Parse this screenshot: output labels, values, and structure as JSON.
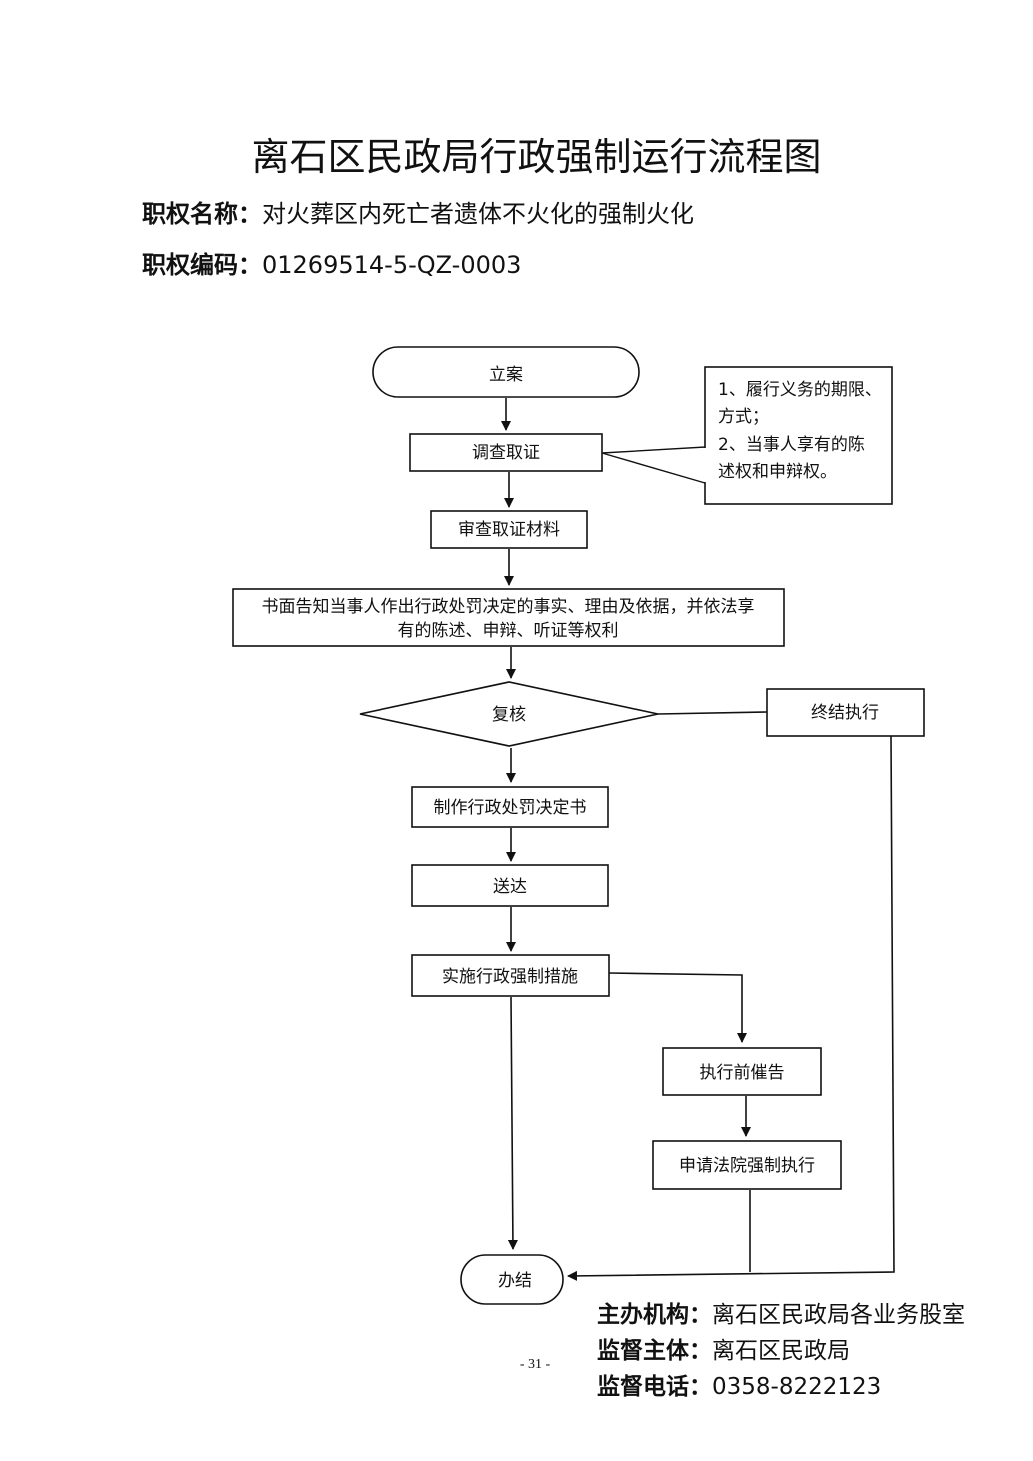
{
  "document": {
    "title": "离石区民政局行政强制运行流程图",
    "authority_name_label": "职权名称：",
    "authority_name_value": "对火葬区内死亡者遗体不火化的强制火化",
    "authority_code_label": "职权编码：",
    "authority_code_value": "01269514-5-QZ-0003"
  },
  "flowchart": {
    "start": "立案",
    "investigate": "调查取证",
    "review_evidence": "审查取证材料",
    "notify_line1": "书面告知当事人作出行政处罚决定的事实、理由及依据，并依法享",
    "notify_line2": "有的陈述、申辩、听证等权利",
    "recheck": "复核",
    "terminate": "终结执行",
    "make_decision": "制作行政处罚决定书",
    "deliver": "送达",
    "implement": "实施行政强制措施",
    "pre_notice": "执行前催告",
    "apply_court": "申请法院强制执行",
    "end": "办结",
    "note_lines": [
      "1、履行义务的期限、",
      "方式；",
      "2、当事人享有的陈",
      "述权和申辩权。"
    ]
  },
  "footer": {
    "org_label": "主办机构：",
    "org_value": "离石区民政局各业务股室",
    "supervisor_label": "监督主体：",
    "supervisor_value": "离石区民政局",
    "phone_label": "监督电话：",
    "phone_value": "0358-8222123",
    "page_number": "- 31 -"
  }
}
